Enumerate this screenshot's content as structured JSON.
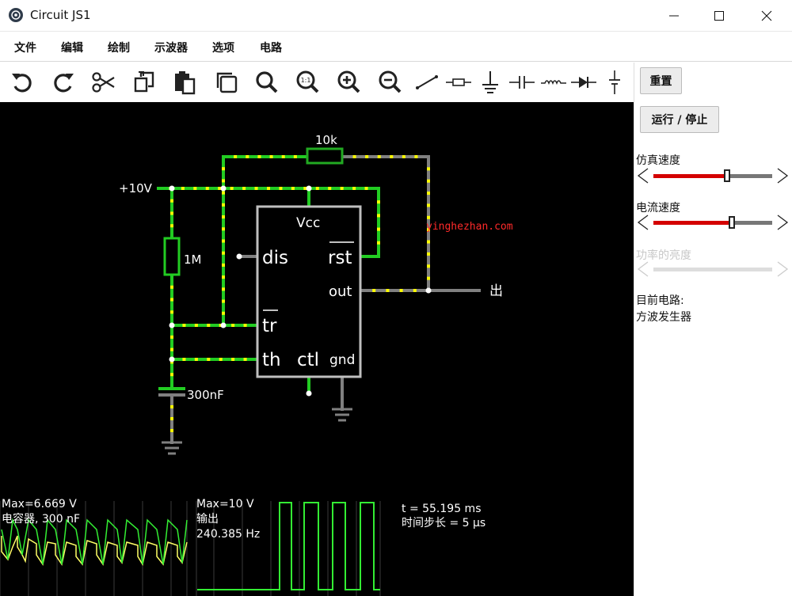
{
  "window": {
    "title": "Circuit JS1"
  },
  "menu": {
    "items": [
      "文件",
      "编辑",
      "绘制",
      "示波器",
      "选项",
      "电路"
    ]
  },
  "circuit": {
    "supply_label": "+10V",
    "resistor_top": "10k",
    "resistor_left": "1M",
    "capacitor": "300nF",
    "output_label": "出",
    "chip": {
      "vcc": "Vcc",
      "dis": "dis",
      "rst": "rst",
      "out": "out",
      "tr": "tr",
      "th": "th",
      "ctl": "ctl",
      "gnd": "gnd"
    },
    "watermark": "yinghezhan.com"
  },
  "scopes": {
    "scope1": {
      "max": "Max=6.669 V",
      "label": "电容器, 300 nF"
    },
    "scope2": {
      "max": "Max=10 V",
      "label": "输出",
      "freq": "240.385 Hz"
    },
    "info": {
      "time": "t = 55.195 ms",
      "step": "时间步长 = 5 μs"
    }
  },
  "panel": {
    "reset_label": "重置",
    "run_stop_label": "运行 / 停止",
    "sim_speed_label": "仿真速度",
    "sim_speed_value": 0.62,
    "current_speed_label": "电流速度",
    "current_speed_value": 0.66,
    "power_brightness_label": "功率的亮度",
    "current_circuit_label": "目前电路:",
    "current_circuit_name": "方波发生器"
  },
  "colors": {
    "wire_live": "#22cc22",
    "wire_idle": "#808080",
    "current_dot": "#ffff00",
    "scope_cap": "#ffff66",
    "scope_out": "#33ee33",
    "slider_fill": "#d40000"
  }
}
